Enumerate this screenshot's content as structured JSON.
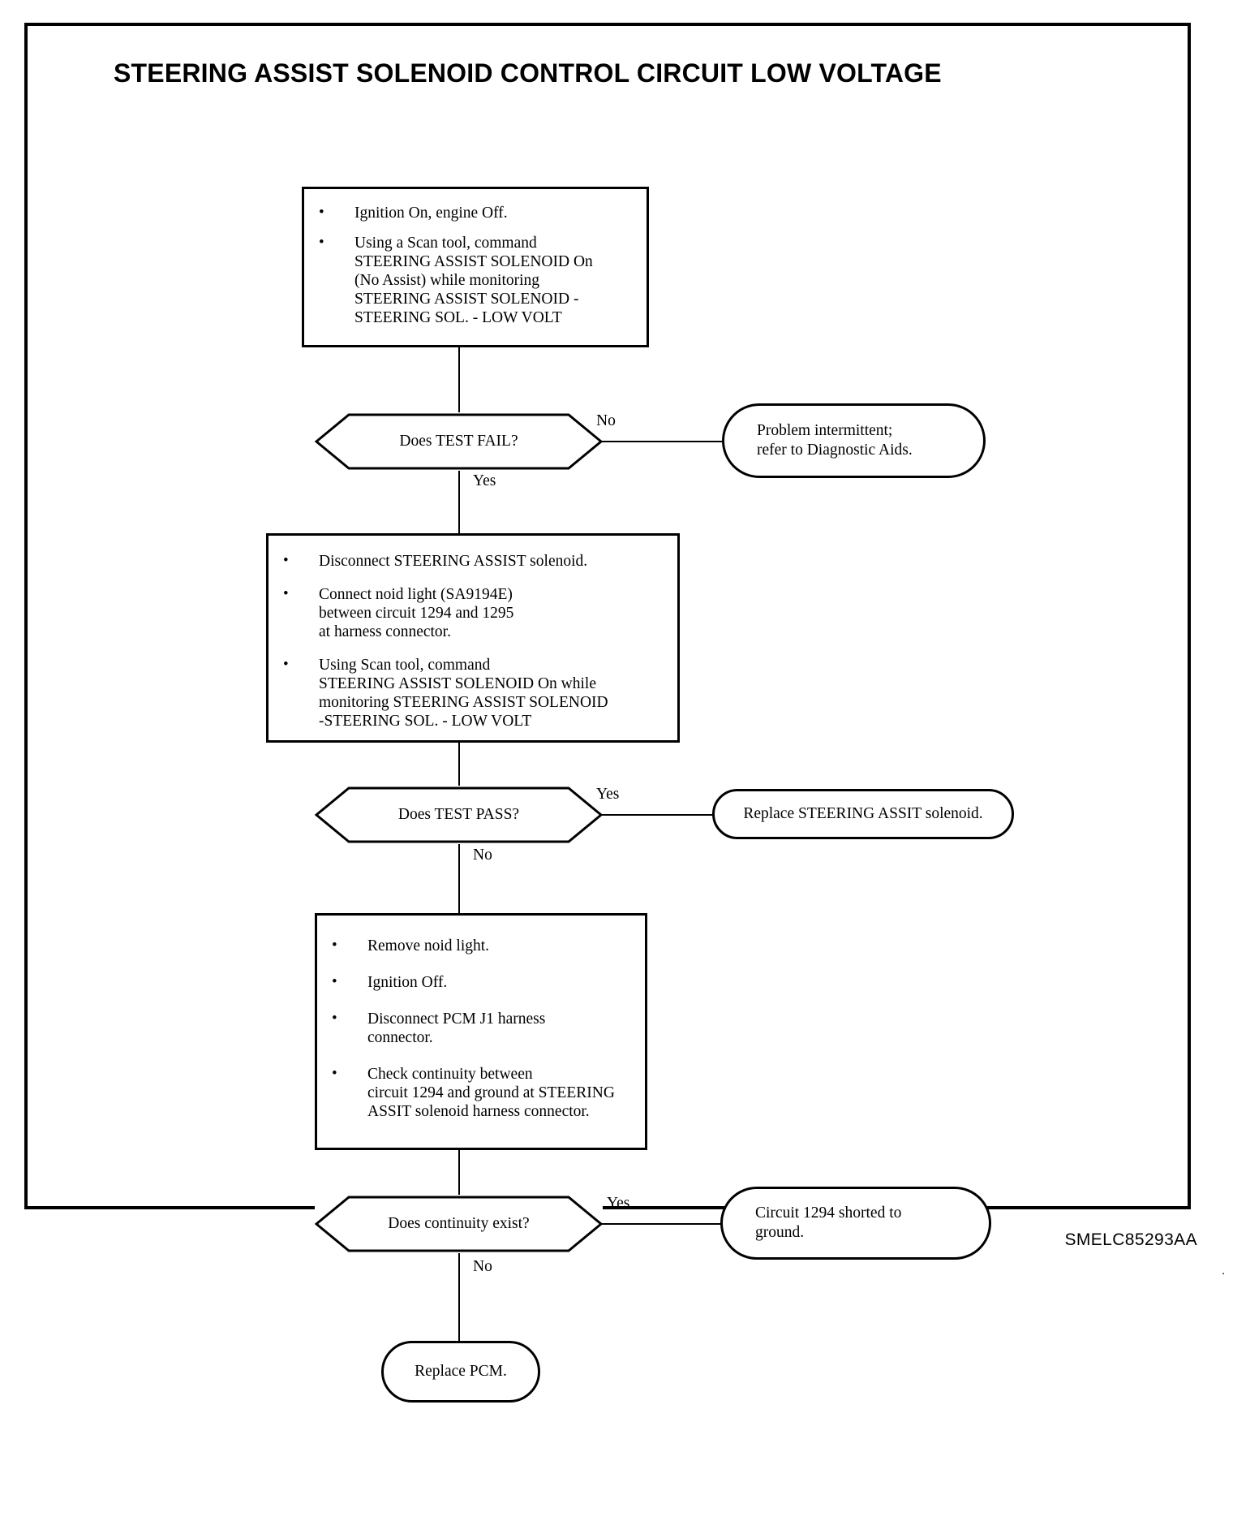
{
  "document": {
    "title": "STEERING ASSIST SOLENOID CONTROL CIRCUIT LOW VOLTAGE",
    "footer_code": "SMELC85293AA",
    "corner_mark": "."
  },
  "flowchart": {
    "type": "diagnostic-flowchart",
    "nodes": [
      {
        "id": "step1",
        "shape": "process",
        "bullets": [
          {
            "lines": [
              "Ignition On, engine Off."
            ]
          },
          {
            "lines": [
              "Using a Scan tool, command",
              "STEERING ASSIST SOLENOID On",
              "(No Assist) while monitoring",
              "STEERING ASSIST SOLENOID -",
              "STEERING SOL. - LOW VOLT"
            ]
          }
        ]
      },
      {
        "id": "decision1",
        "shape": "decision",
        "text": "Does TEST FAIL?",
        "branches": [
          {
            "label": "No",
            "target": "term1"
          },
          {
            "label": "Yes",
            "target": "step2"
          }
        ]
      },
      {
        "id": "term1",
        "shape": "terminator",
        "lines": [
          "Problem intermittent;",
          "refer to Diagnostic Aids."
        ]
      },
      {
        "id": "step2",
        "shape": "process",
        "bullets": [
          {
            "lines": [
              "Disconnect STEERING ASSIST solenoid."
            ]
          },
          {
            "lines": [
              "Connect noid light (SA9194E)",
              "between circuit 1294 and 1295",
              "at harness connector."
            ]
          },
          {
            "lines": [
              "Using Scan tool, command",
              "STEERING ASSIST SOLENOID On while",
              "monitoring STEERING ASSIST SOLENOID",
              "-STEERING SOL. - LOW VOLT"
            ]
          }
        ]
      },
      {
        "id": "decision2",
        "shape": "decision",
        "text": "Does TEST PASS?",
        "branches": [
          {
            "label": "Yes",
            "target": "term2"
          },
          {
            "label": "No",
            "target": "step3"
          }
        ]
      },
      {
        "id": "term2",
        "shape": "terminator",
        "lines": [
          "Replace STEERING ASSIT solenoid."
        ]
      },
      {
        "id": "step3",
        "shape": "process",
        "bullets": [
          {
            "lines": [
              "Remove noid light."
            ]
          },
          {
            "lines": [
              "Ignition Off."
            ]
          },
          {
            "lines": [
              "Disconnect PCM J1 harness",
              "connector."
            ]
          },
          {
            "lines": [
              "Check continuity between",
              "circuit 1294 and ground at STEERING",
              "ASSIT solenoid harness connector."
            ]
          }
        ]
      },
      {
        "id": "decision3",
        "shape": "decision",
        "text": "Does continuity exist?",
        "branches": [
          {
            "label": "Yes",
            "target": "term3"
          },
          {
            "label": "No",
            "target": "term4"
          }
        ]
      },
      {
        "id": "term3",
        "shape": "terminator",
        "lines": [
          "Circuit 1294 shorted to",
          "ground."
        ]
      },
      {
        "id": "term4",
        "shape": "terminator",
        "lines": [
          "Replace PCM."
        ]
      }
    ]
  },
  "colors": {
    "stroke": "#000000",
    "background": "#ffffff"
  }
}
